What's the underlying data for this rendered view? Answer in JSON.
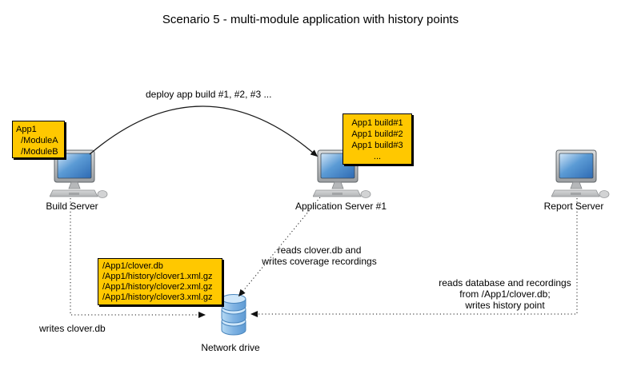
{
  "title": "Scenario 5 - multi-module application with history points",
  "colors": {
    "note_fill": "#FFC800",
    "note_border": "#000000",
    "line": "#1a1a1a",
    "screen_blue": "#3b78c2",
    "drive_blue": "#7fb3e3"
  },
  "nodes": {
    "build_server": {
      "label": "Build Server"
    },
    "application_server": {
      "label": "Application Server #1"
    },
    "report_server": {
      "label": "Report Server"
    },
    "network_drive": {
      "label": "Network drive"
    }
  },
  "notes": {
    "build_modules": {
      "lines": [
        "App1",
        "  /ModuleA",
        "  /ModuleB"
      ]
    },
    "app_builds": {
      "lines": [
        "App1 build#1",
        "App1 build#2",
        "App1 build#3",
        "..."
      ]
    },
    "drive_files": {
      "lines": [
        "/App1/clover.db",
        "/App1/history/clover1.xml.gz",
        "/App1/history/clover2.xml.gz",
        "/App1/history/clover3.xml.gz"
      ]
    }
  },
  "annotations": {
    "deploy": "deploy app build #1, #2, #3 ...",
    "app_to_drive": {
      "lines": [
        "reads clover.db and",
        "writes coverage recordings"
      ]
    },
    "report_to_drive": {
      "lines": [
        "reads database and recordings",
        "from /App1/clover.db;",
        "writes history point"
      ]
    },
    "build_to_drive": "writes clover.db"
  }
}
